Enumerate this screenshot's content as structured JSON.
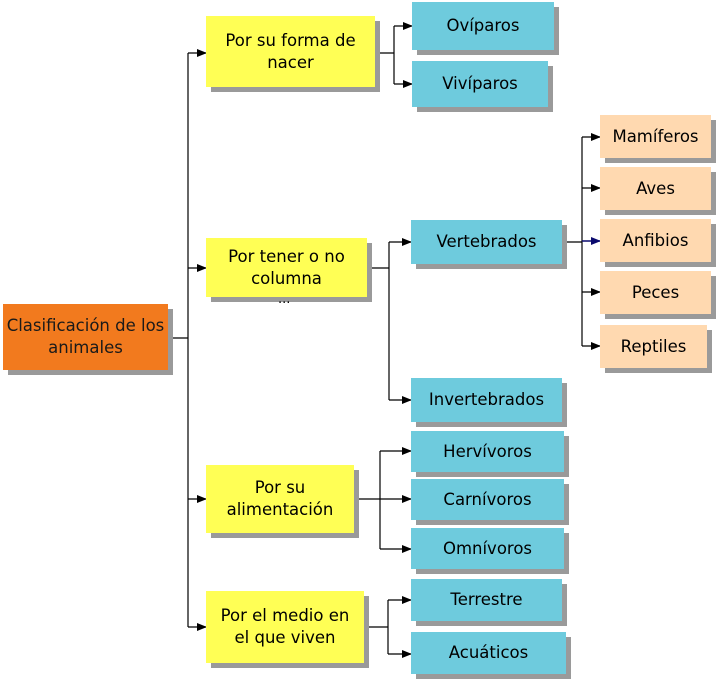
{
  "root": {
    "label": "Clasificación de los animales"
  },
  "categories": [
    {
      "label": "Por su forma de nacer"
    },
    {
      "label": "Por tener o no columna",
      "overflow": "..."
    },
    {
      "label": "Por su alimentación"
    },
    {
      "label": "Por el medio en el que viven"
    }
  ],
  "subcategories": {
    "nacimiento": [
      "Ovíparos",
      "Vivíparos"
    ],
    "columna": [
      "Vertebrados",
      "Invertebrados"
    ],
    "alimentacion": [
      "Hervívoros",
      "Carnívoros",
      "Omnívoros"
    ],
    "medio": [
      "Terrestre",
      "Acuáticos"
    ]
  },
  "vertebrados": [
    "Mamíferos",
    "Aves",
    "Anfibios",
    "Peces",
    "Reptiles"
  ],
  "colors": {
    "root": "#f27a1e",
    "category": "#ffff55",
    "subcategory": "#6ecbdd",
    "class": "#ffd9b0",
    "connector": "#000000",
    "highlight_arrow": "#0a0a6e"
  }
}
